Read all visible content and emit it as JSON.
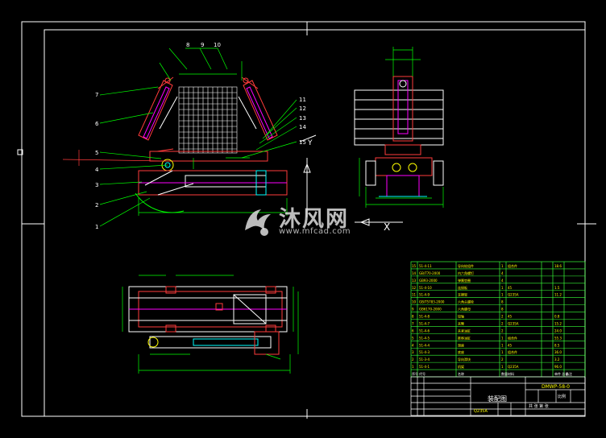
{
  "colors": {
    "background": "#000000",
    "frame": "#ffffff",
    "dimension": "#00ff00",
    "part": "#ff3b3b",
    "hidden": "#ff00ff",
    "detail": "#00ffff",
    "yellow": "#ffff00",
    "table_green": "#39ff39"
  },
  "drawing": {
    "balloons_left": [
      "7",
      "6",
      "5",
      "4",
      "3",
      "2",
      "1"
    ],
    "balloons_right": [
      "11",
      "12",
      "13",
      "14",
      "15"
    ],
    "balloons_top": [
      "8",
      "9",
      "10"
    ],
    "view_y_label": "Y",
    "view_x_label": "X"
  },
  "bom": {
    "rows": [
      {
        "no": "15",
        "code": "51-4-11",
        "name": "导向轮组件",
        "qty": "1",
        "note": "组合件",
        "mass": "18.6"
      },
      {
        "no": "14",
        "code": "GB/T70-2000",
        "name": "内六角螺钉",
        "qty": "4",
        "note": "",
        "mass": ""
      },
      {
        "no": "13",
        "code": "GB93-2000",
        "name": "弹簧垫圈",
        "qty": "4",
        "note": "",
        "mass": ""
      },
      {
        "no": "12",
        "code": "51-4-10",
        "name": "连接板",
        "qty": "1",
        "note": "45",
        "mass": "1.5"
      },
      {
        "no": "11",
        "code": "51-4-9",
        "name": "支撑架",
        "qty": "1",
        "note": "Q235A",
        "mass": "11.2"
      },
      {
        "no": "10",
        "code": "GB/T5783-2000",
        "name": "六角头螺栓",
        "qty": "8",
        "note": "",
        "mass": ""
      },
      {
        "no": "9",
        "code": "GB6170-2000",
        "name": "六角螺母",
        "qty": "8",
        "note": "",
        "mass": ""
      },
      {
        "no": "8",
        "code": "51-4-8",
        "name": "铰轴",
        "qty": "2",
        "note": "45",
        "mass": "0.8"
      },
      {
        "no": "7",
        "code": "51-4-7",
        "name": "夹臂",
        "qty": "2",
        "note": "Q235A",
        "mass": "15.2"
      },
      {
        "no": "6",
        "code": "51-4-6",
        "name": "夹紧油缸",
        "qty": "2",
        "note": "",
        "mass": "24.0"
      },
      {
        "no": "5",
        "code": "51-4-5",
        "name": "推移油缸",
        "qty": "1",
        "note": "组合件",
        "mass": "55.3"
      },
      {
        "no": "4",
        "code": "51-4-4",
        "name": "滑座",
        "qty": "1",
        "note": "45",
        "mass": "8.5"
      },
      {
        "no": "3",
        "code": "51-4-3",
        "name": "底座",
        "qty": "1",
        "note": "组合件",
        "mass": "36.0"
      },
      {
        "no": "2",
        "code": "51-3-4",
        "name": "导向滑块",
        "qty": "2",
        "note": "",
        "mass": "3.2"
      },
      {
        "no": "1",
        "code": "51-4-1",
        "name": "机架",
        "qty": "1",
        "note": "Q235A",
        "mass": "96.0"
      }
    ],
    "header": {
      "no": "序号",
      "code": "代号",
      "name": "名称",
      "qty": "数量",
      "note": "材料",
      "mass": "单件 总计",
      "remark": "备注"
    },
    "drawing_number": "DMWP-58-0",
    "title": "装配图",
    "material": "Q235A",
    "scale_label": "比例",
    "sheet_label": "共 张 第 张"
  },
  "watermark": {
    "title": "沐风网",
    "url": "www.mfcad.com"
  }
}
